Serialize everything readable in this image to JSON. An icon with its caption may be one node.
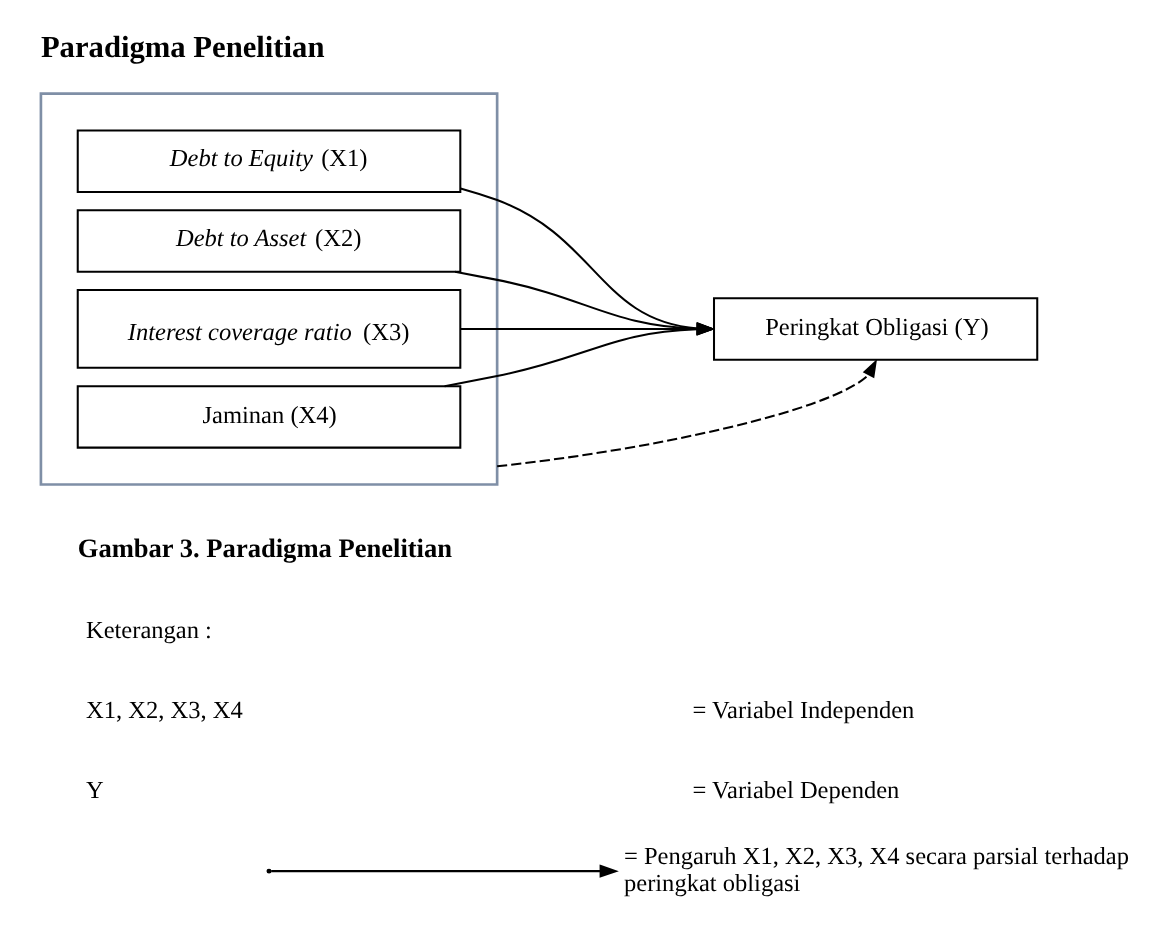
{
  "diagram": {
    "title": "Paradigma Penelitian",
    "caption": "Gambar 3. Paradigma Penelitian",
    "nodes": [
      {
        "text": [],
        "shape": "box"
      },
      {
        "text": [
          "*Debt to Equity* (X1)"
        ],
        "in": 0
      },
      {
        "text": [
          "*Debt to Asset* (X2)"
        ],
        "in": 0
      },
      {
        "text": [
          "*Interest coverage ratio* (X3)"
        ],
        "in": 0
      },
      {
        "text": [
          "Jaminan (X4)"
        ],
        "in": 0
      },
      {
        "text": [
          "Peringkat Obligasi (Y)"
        ]
      }
    ],
    "edges": [
      {
        "from": 1,
        "to": 5,
        "arrow": "to"
      },
      {
        "from": 2,
        "to": 5,
        "arrow": "to"
      },
      {
        "from": 3,
        "to": 5,
        "arrow": "to"
      },
      {
        "from": 4,
        "to": 5,
        "arrow": "to"
      },
      {
        "from": 0,
        "to": 5,
        "arrow": "to",
        "style": "dashed"
      }
    ],
    "labels": [
      "Keterangan :",
      "X1, X2, X3, X4",
      "= Variabel Independen",
      "Y",
      "= Variabel Dependen"
    ],
    "legend": [
      {
        "text": "= Pengaruh X1, X2, X3, X4 secara parsial terhadap peringkat obligasi"
      }
    ]
  }
}
